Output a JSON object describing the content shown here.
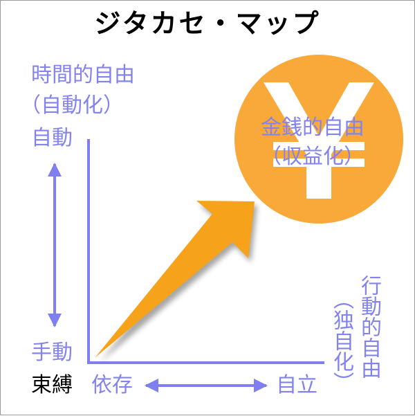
{
  "title": "ジタカセ・マップ",
  "colors": {
    "axis": "#7f7fef",
    "label": "#8383ee",
    "arrow": "#f7a21b",
    "coin": "#f8a93a",
    "yen": "#ffffff",
    "text_dark": "#000000"
  },
  "y_axis": {
    "top_label_line1": "時間的自由",
    "top_label_line2": "（自動化）",
    "top_end": "自動",
    "bottom_end": "手動"
  },
  "x_axis": {
    "origin_label": "束縛",
    "left_end": "依存",
    "right_end": "自立",
    "right_label_line1": "行動的自由",
    "right_label_line2": "（独自化）"
  },
  "goal": {
    "symbol": "¥",
    "icon": "yen-coin-icon",
    "label_line1": "金銭的自由",
    "label_line2": "（収益化）"
  }
}
